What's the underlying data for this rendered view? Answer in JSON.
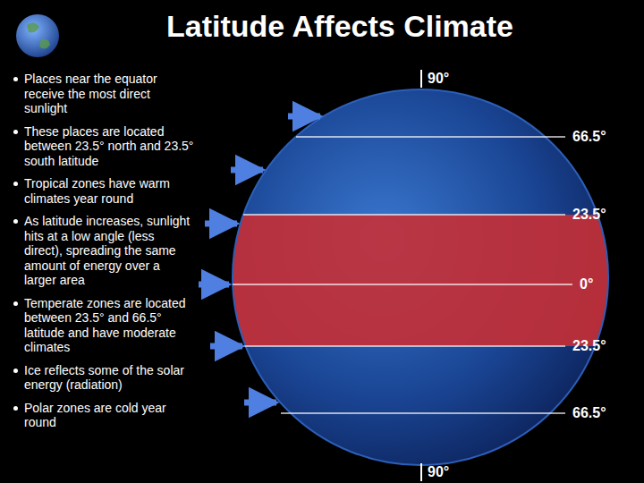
{
  "diagram": {
    "title": "Latitude Affects Climate",
    "labels": [
      "Places near the equator receive the most direct sunlight",
      "These places are located between 23.5° north and 23.5° south latitude",
      "Tropical zones have warm climates year round",
      "As latitude increases, sunlight hits at a low angle (less direct), spreading the same amount of energy over a larger area",
      "Temperate zones are located between 23.5° and 66.5° latitude and have moderate climates",
      "Ice reflects some of the solar energy (radiation)",
      "Polar zones are cold year round",
      "90°",
      "66.5°",
      "23.5°",
      "0°",
      "23.5°",
      "66.5°",
      "90°"
    ]
  }
}
